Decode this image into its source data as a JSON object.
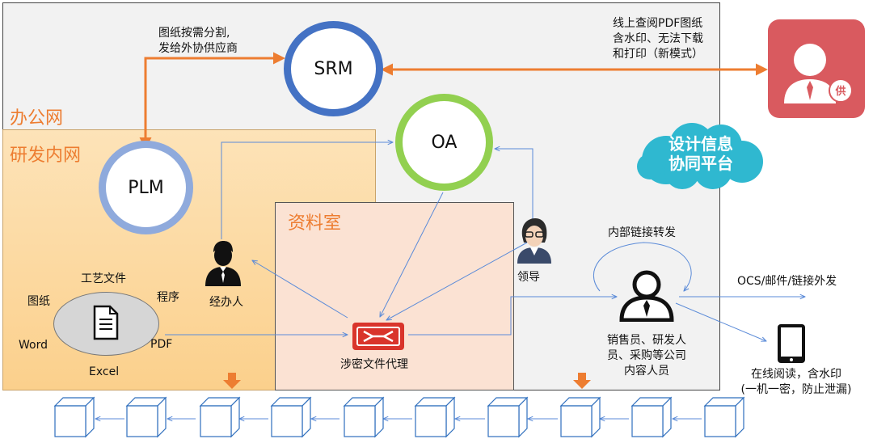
{
  "zones": {
    "office_net": "办公网",
    "rnd_net": "研发内网",
    "archive_room": "资料室"
  },
  "nodes": {
    "srm": "SRM",
    "oa": "OA",
    "plm": "PLM"
  },
  "labels": {
    "split_supply": [
      "图纸按需分割,",
      "发给外协供应商"
    ],
    "online_view": [
      "线上查阅PDF图纸",
      "含水印、无法下载",
      "和打印（新模式）"
    ],
    "cloud": [
      "设计信息",
      "协同平台"
    ],
    "internal_forward": "内部链接转发",
    "external_send": "OCS/邮件/链接外发",
    "staff": [
      "销售员、研发人",
      "员、采购等公司",
      "内容人员"
    ],
    "online_read": [
      "在线阅读，含水印",
      "(一机一密，防止泄漏)"
    ],
    "leader": "领导",
    "handler": "经办人",
    "proxy": "涉密文件代理",
    "supplier_badge": "供"
  },
  "file_types": {
    "process_docs": "工艺文件",
    "drawings": "图纸",
    "program": "程序",
    "word": "Word",
    "pdf": "PDF",
    "excel": "Excel"
  },
  "colors": {
    "orange": "#ed7d31",
    "srm_ring": "#4472c4",
    "oa_ring": "#92d050",
    "plm_ring": "#8faadc",
    "cloud": "#2fb8d0",
    "card": "#d95a5f",
    "proxy_red": "#d9342b",
    "connector": "#5b8bd8"
  }
}
